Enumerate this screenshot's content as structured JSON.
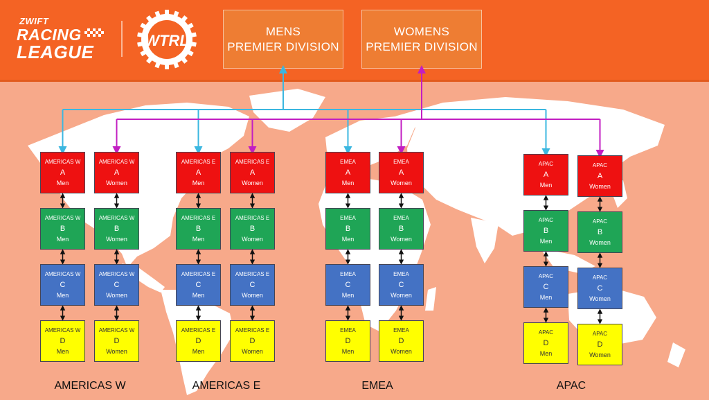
{
  "header": {
    "logo_line1": "ZWIFT",
    "logo_line2": "RACING",
    "logo_line3": "LEAGUE",
    "logo_wtrl": "WTRL",
    "colors": {
      "header_bg": "#f46324",
      "premier_bg": "#ee7d33",
      "map_land": "#ffffff",
      "map_sea": "#f7a98a"
    }
  },
  "premier": {
    "mens": {
      "line1": "MENS",
      "line2": "PREMIER DIVISION",
      "color": "#3bb7e0"
    },
    "womens": {
      "line1": "WOMENS",
      "line2": "PREMIER DIVISION",
      "color": "#c21ec2"
    }
  },
  "regions": [
    {
      "name": "AMERICAS W",
      "columns": [
        {
          "gender": "Men",
          "boxes": [
            {
              "region": "AMERICAS W",
              "tier": "A",
              "gender": "Men"
            },
            {
              "region": "AMERICAS W",
              "tier": "B",
              "gender": "Men"
            },
            {
              "region": "AMERICAS W",
              "tier": "C",
              "gender": "Men"
            },
            {
              "region": "AMERICAS W",
              "tier": "D",
              "gender": "Men"
            }
          ]
        },
        {
          "gender": "Women",
          "boxes": [
            {
              "region": "AMERICAS W",
              "tier": "A",
              "gender": "Women"
            },
            {
              "region": "AMERICAS W",
              "tier": "B",
              "gender": "Women"
            },
            {
              "region": "AMERICAS W",
              "tier": "C",
              "gender": "Women"
            },
            {
              "region": "AMERICAS W",
              "tier": "D",
              "gender": "Women"
            }
          ]
        }
      ]
    },
    {
      "name": "AMERICAS E",
      "columns": [
        {
          "gender": "Men",
          "boxes": [
            {
              "region": "AMERICAS E",
              "tier": "A",
              "gender": "Men"
            },
            {
              "region": "AMERICAS E",
              "tier": "B",
              "gender": "Men"
            },
            {
              "region": "AMERICAS E",
              "tier": "C",
              "gender": "Men"
            },
            {
              "region": "AMERICAS E",
              "tier": "D",
              "gender": "Men"
            }
          ]
        },
        {
          "gender": "Women",
          "boxes": [
            {
              "region": "AMERICAS E",
              "tier": "A",
              "gender": "Women"
            },
            {
              "region": "AMERICAS E",
              "tier": "B",
              "gender": "Women"
            },
            {
              "region": "AMERICAS E",
              "tier": "C",
              "gender": "Women"
            },
            {
              "region": "AMERICAS E",
              "tier": "D",
              "gender": "Women"
            }
          ]
        }
      ]
    },
    {
      "name": "EMEA",
      "columns": [
        {
          "gender": "Men",
          "boxes": [
            {
              "region": "EMEA",
              "tier": "A",
              "gender": "Men"
            },
            {
              "region": "EMEA",
              "tier": "B",
              "gender": "Men"
            },
            {
              "region": "EMEA",
              "tier": "C",
              "gender": "Men"
            },
            {
              "region": "EMEA",
              "tier": "D",
              "gender": "Men"
            }
          ]
        },
        {
          "gender": "Women",
          "boxes": [
            {
              "region": "EMEA",
              "tier": "A",
              "gender": "Women"
            },
            {
              "region": "EMEA",
              "tier": "B",
              "gender": "Women"
            },
            {
              "region": "EMEA",
              "tier": "C",
              "gender": "Women"
            },
            {
              "region": "EMEA",
              "tier": "D",
              "gender": "Women"
            }
          ]
        }
      ]
    },
    {
      "name": "APAC",
      "columns": [
        {
          "gender": "Men",
          "boxes": [
            {
              "region": "APAC",
              "tier": "A",
              "gender": "Men"
            },
            {
              "region": "APAC",
              "tier": "B",
              "gender": "Men"
            },
            {
              "region": "APAC",
              "tier": "C",
              "gender": "Men"
            },
            {
              "region": "APAC",
              "tier": "D",
              "gender": "Men"
            }
          ]
        },
        {
          "gender": "Women",
          "boxes": [
            {
              "region": "APAC",
              "tier": "A",
              "gender": "Women"
            },
            {
              "region": "APAC",
              "tier": "B",
              "gender": "Women"
            },
            {
              "region": "APAC",
              "tier": "C",
              "gender": "Women"
            },
            {
              "region": "APAC",
              "tier": "D",
              "gender": "Women"
            }
          ]
        }
      ]
    }
  ],
  "tier_colors": {
    "A": "#ee1111",
    "B": "#1fa556",
    "C": "#4472c4",
    "D": "#ffff00"
  }
}
